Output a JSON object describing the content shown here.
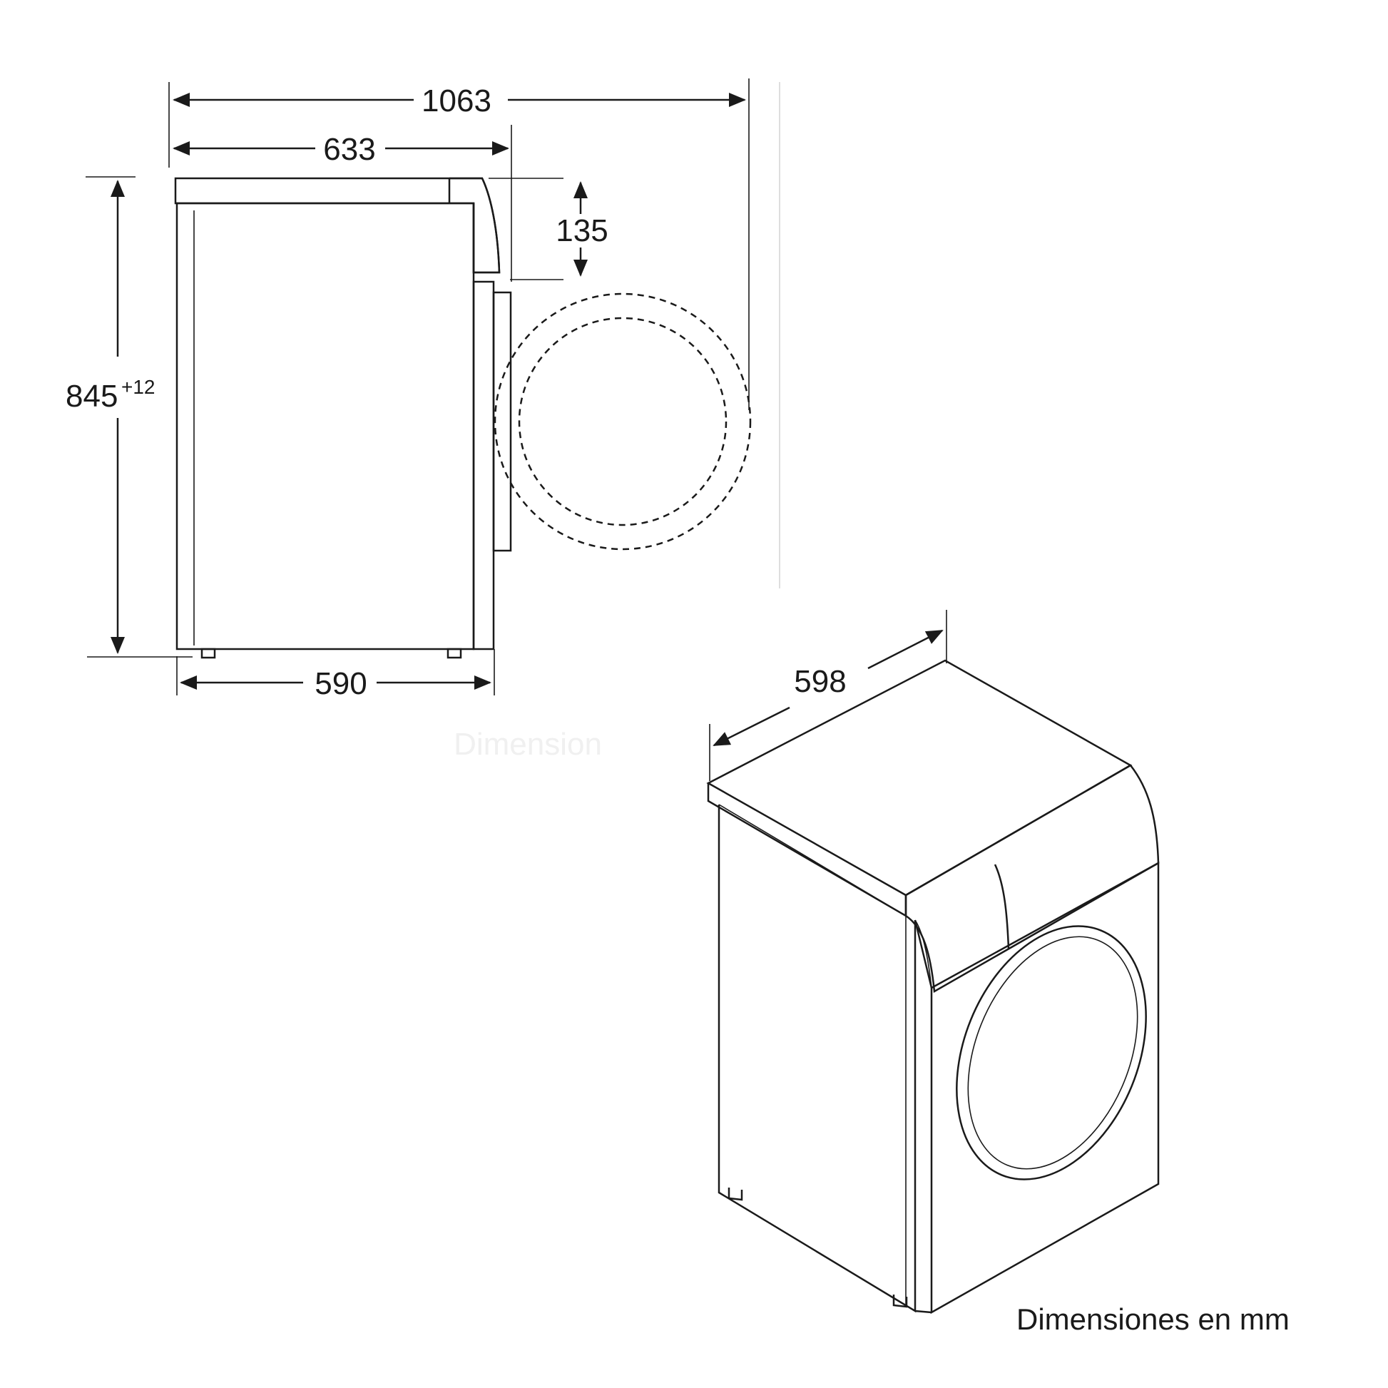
{
  "dimensions": {
    "total_depth_door_open": "1063",
    "depth_with_panel": "633",
    "panel_height": "135",
    "height": "845",
    "height_tolerance": "+12",
    "depth_body": "590",
    "width": "598"
  },
  "caption": "Dimensiones en mm",
  "watermark": "Dimension"
}
